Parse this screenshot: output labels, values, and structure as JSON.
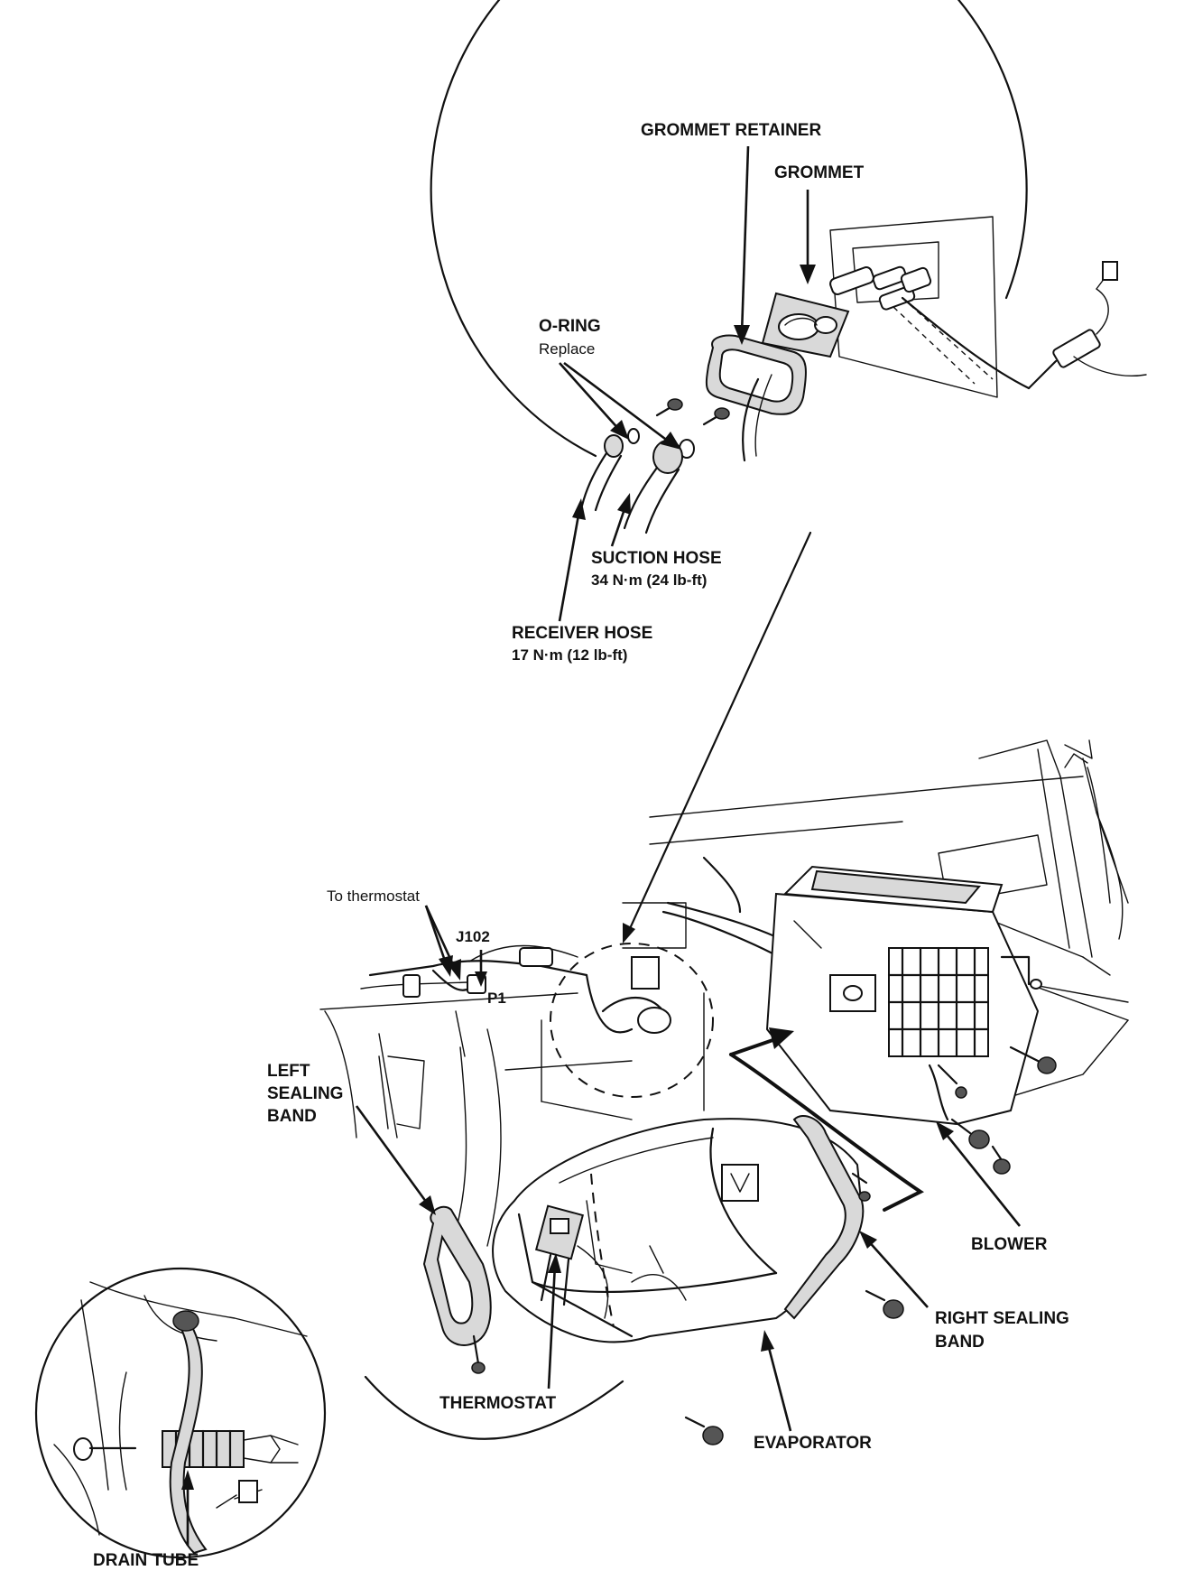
{
  "labels": {
    "grommet_retainer": "GROMMET RETAINER",
    "grommet": "GROMMET",
    "o_ring": "O-RING",
    "o_ring_note": "Replace",
    "suction_hose": "SUCTION HOSE",
    "suction_hose_torque": "34 N·m (24 lb-ft)",
    "receiver_hose": "RECEIVER HOSE",
    "receiver_hose_torque": "17 N·m (12 lb-ft)",
    "to_thermostat": "To thermostat",
    "j102": "J102",
    "p1": "P1",
    "left_sealing_band_1": "LEFT",
    "left_sealing_band_2": "SEALING",
    "left_sealing_band_3": "BAND",
    "blower": "BLOWER",
    "right_sealing_band_1": "RIGHT SEALING",
    "right_sealing_band_2": "BAND",
    "thermostat": "THERMOSTAT",
    "evaporator": "EVAPORATOR",
    "drain_tube": "DRAIN TUBE"
  }
}
